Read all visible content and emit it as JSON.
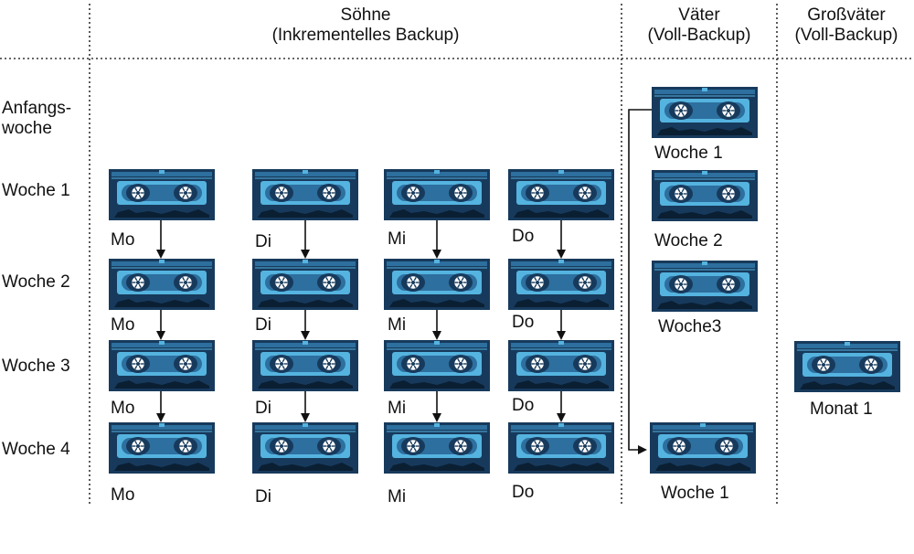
{
  "headers": {
    "sons": "Söhne",
    "sons_sub": "(Inkrementelles Backup)",
    "fathers": "Väter",
    "fathers_sub": "(Voll-Backup)",
    "grandfathers": "Großväter",
    "grandfathers_sub": "(Voll-Backup)"
  },
  "rows": {
    "initial_line1": "Anfangs-",
    "initial_line2": "woche",
    "week1": "Woche 1",
    "week2": "Woche 2",
    "week3": "Woche 3",
    "week4": "Woche 4"
  },
  "sons_days": [
    [
      "Mo",
      "Di",
      "Mi",
      "Do"
    ],
    [
      "Mo",
      "Di",
      "Mi",
      "Do"
    ],
    [
      "Mo",
      "Di",
      "Mi",
      "Do"
    ],
    [
      "Mo",
      "Di",
      "Mi",
      "Do"
    ]
  ],
  "fathers_labels": [
    "Woche 1",
    "Woche 2",
    "Woche3",
    "Woche 1"
  ],
  "grandfather_label": "Monat 1",
  "colors": {
    "tape_dark": "#173a5c",
    "tape_mid": "#2d6f9e",
    "tape_light": "#55b3df",
    "reel": "#ffffff",
    "line": "#111111"
  }
}
